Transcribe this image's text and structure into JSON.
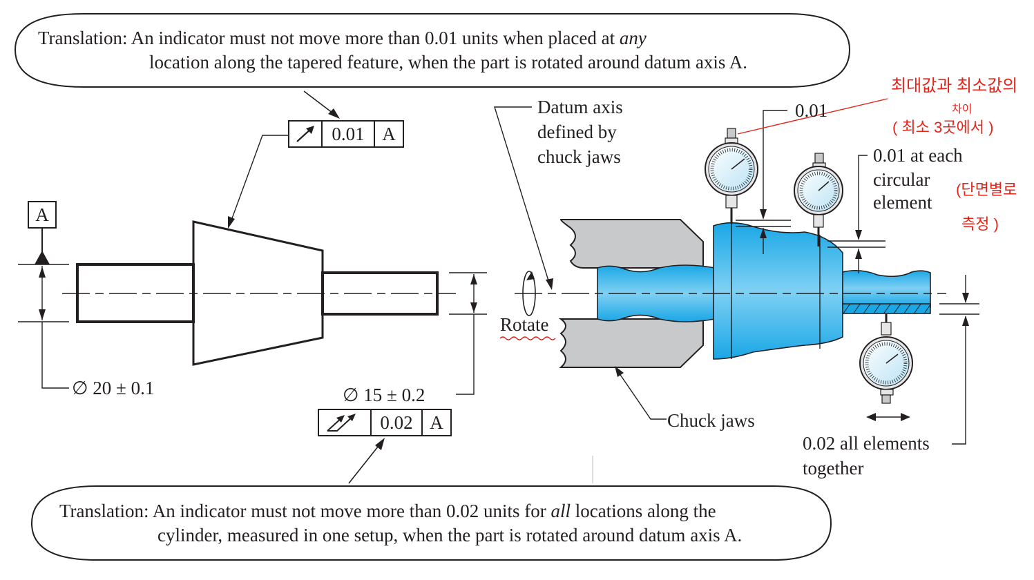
{
  "top_callout": {
    "line1_prefix": "Translation:  An indicator must not move more than 0.01 units when placed at ",
    "line1_emph": "any",
    "line2": "location along the tapered feature, when the part is rotated around datum axis A."
  },
  "bottom_callout": {
    "line1_prefix": "Translation: An indicator must not move more than 0.02 units for ",
    "line1_emph": "all",
    "line1_suffix": " locations along the",
    "line2": "cylinder, measured in one setup, when the part is rotated around datum axis A."
  },
  "fcf_circular": {
    "tolerance": "0.01",
    "datum": "A"
  },
  "fcf_total": {
    "tolerance": "0.02",
    "datum": "A"
  },
  "datum_label": "A",
  "dims": {
    "large": "∅ 20 ± 0.1",
    "small": "∅ 15 ± 0.2"
  },
  "labels": {
    "datum_axis": [
      "Datum axis",
      "defined by",
      "chuck jaws"
    ],
    "rotate": "Rotate",
    "chuck_jaws": "Chuck jaws",
    "runout_001": "0.01",
    "each_circular": [
      "0.01 at each",
      "circular",
      "element"
    ],
    "all_elements": [
      "0.02 all elements",
      "together"
    ]
  },
  "handwritten_notes": {
    "top_line1": "최대값과 최소값의",
    "top_line2a": "차이",
    "top_line2b": "( 최소 3곳에서 )",
    "right_line1": "(단면별로",
    "right_line2": "측정 )"
  },
  "colors": {
    "part_fill": "#1aa7e6",
    "part_highlight": "#9fdcf6",
    "jaw_fill": "#c8c9cb",
    "ink": "#231f20",
    "annotation": "#e3241b",
    "gauge_face": "#e1f3fb"
  }
}
